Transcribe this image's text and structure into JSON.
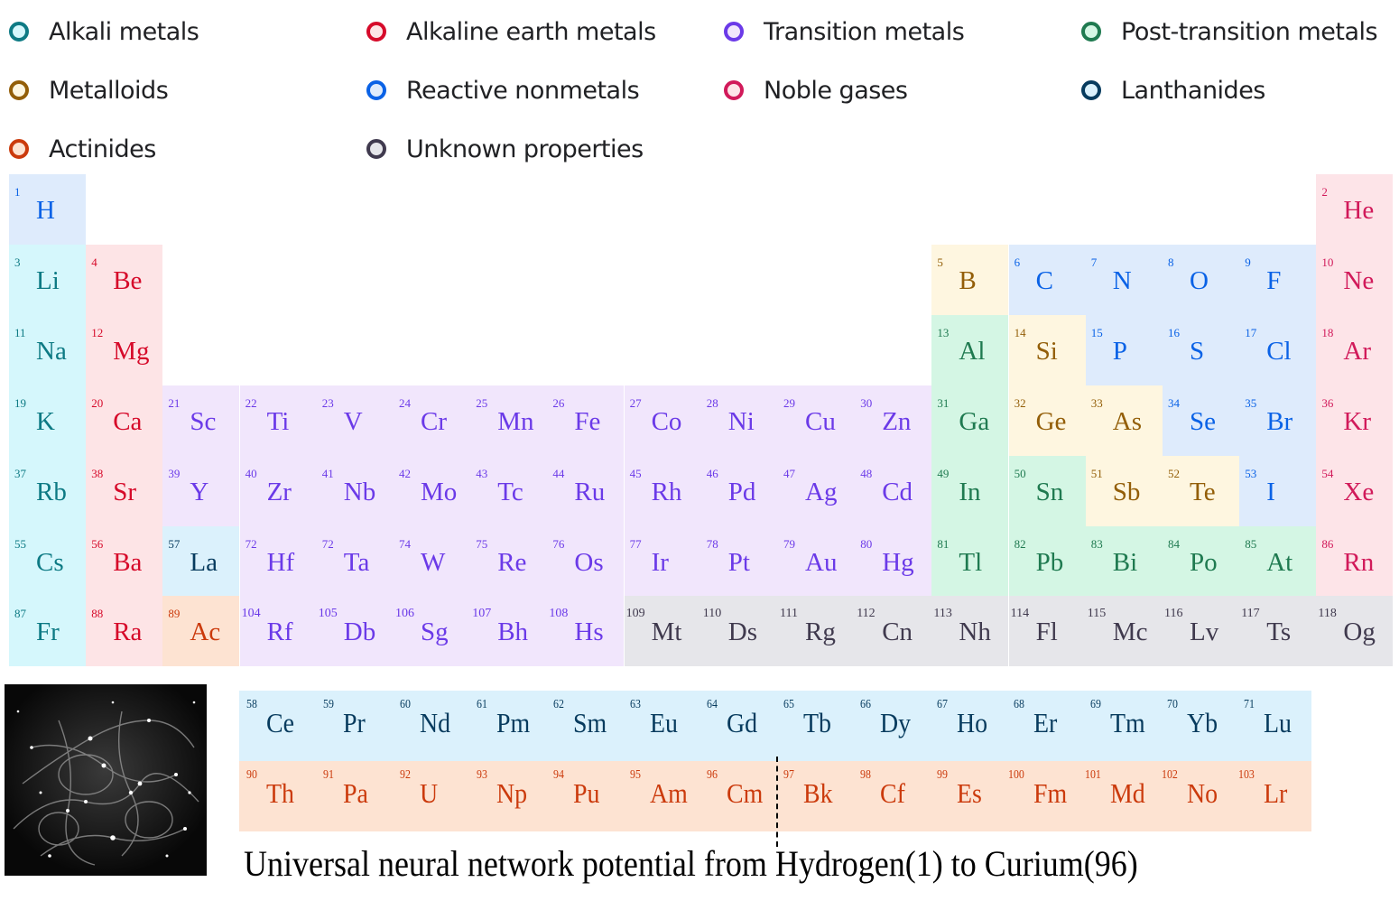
{
  "legend": [
    {
      "label": "Alkali metals",
      "border": "#0d7a84",
      "fill": "#d5f7fc",
      "col": 0,
      "row": 0
    },
    {
      "label": "Alkaline earth metals",
      "border": "#d60a2a",
      "fill": "#fde4e6",
      "col": 1,
      "row": 0
    },
    {
      "label": "Transition metals",
      "border": "#6b3ae8",
      "fill": "#f1e6fc",
      "col": 2,
      "row": 0
    },
    {
      "label": "Post-transition metals",
      "border": "#1f7a50",
      "fill": "#d4f6e4",
      "col": 3,
      "row": 0
    },
    {
      "label": "Metalloids",
      "border": "#935e08",
      "fill": "#fef6e0",
      "col": 0,
      "row": 1
    },
    {
      "label": "Reactive nonmetals",
      "border": "#0a62e6",
      "fill": "#deebfc",
      "col": 1,
      "row": 1
    },
    {
      "label": "Noble gases",
      "border": "#d11a5a",
      "fill": "#fde4e8",
      "col": 2,
      "row": 1
    },
    {
      "label": "Lanthanides",
      "border": "#073b5e",
      "fill": "#dbf1fc",
      "col": 3,
      "row": 1
    },
    {
      "label": "Actinides",
      "border": "#cb3a0c",
      "fill": "#fde3d2",
      "col": 0,
      "row": 2
    },
    {
      "label": "Unknown properties",
      "border": "#403a4e",
      "fill": "#e6e6ea",
      "col": 1,
      "row": 2
    }
  ],
  "categories": {
    "alkali": {
      "bg": "#d5f7fc",
      "fg": "#0d7a84"
    },
    "alkaline": {
      "bg": "#fde4e6",
      "fg": "#d60a2a"
    },
    "transition": {
      "bg": "#f1e6fc",
      "fg": "#6b3ae8"
    },
    "post": {
      "bg": "#d4f6e4",
      "fg": "#1f7a50"
    },
    "metalloid": {
      "bg": "#fef6e0",
      "fg": "#935e08"
    },
    "nonmetal": {
      "bg": "#deebfc",
      "fg": "#0a62e6"
    },
    "noble": {
      "bg": "#fde4e8",
      "fg": "#d11a5a"
    },
    "lanthanide": {
      "bg": "#dbf1fc",
      "fg": "#073b5e"
    },
    "actinide": {
      "bg": "#fde3d2",
      "fg": "#cb3a0c"
    },
    "unknown": {
      "bg": "#e6e6ea",
      "fg": "#403a4e"
    }
  },
  "elements": [
    {
      "n": "1",
      "s": "H",
      "r": 0,
      "c": 0,
      "cat": "nonmetal"
    },
    {
      "n": "2",
      "s": "He",
      "r": 0,
      "c": 17,
      "cat": "noble"
    },
    {
      "n": "3",
      "s": "Li",
      "r": 1,
      "c": 0,
      "cat": "alkali"
    },
    {
      "n": "4",
      "s": "Be",
      "r": 1,
      "c": 1,
      "cat": "alkaline"
    },
    {
      "n": "5",
      "s": "B",
      "r": 1,
      "c": 12,
      "cat": "metalloid"
    },
    {
      "n": "6",
      "s": "C",
      "r": 1,
      "c": 13,
      "cat": "nonmetal"
    },
    {
      "n": "7",
      "s": "N",
      "r": 1,
      "c": 14,
      "cat": "nonmetal"
    },
    {
      "n": "8",
      "s": "O",
      "r": 1,
      "c": 15,
      "cat": "nonmetal"
    },
    {
      "n": "9",
      "s": "F",
      "r": 1,
      "c": 16,
      "cat": "nonmetal"
    },
    {
      "n": "10",
      "s": "Ne",
      "r": 1,
      "c": 17,
      "cat": "noble"
    },
    {
      "n": "11",
      "s": "Na",
      "r": 2,
      "c": 0,
      "cat": "alkali"
    },
    {
      "n": "12",
      "s": "Mg",
      "r": 2,
      "c": 1,
      "cat": "alkaline"
    },
    {
      "n": "13",
      "s": "Al",
      "r": 2,
      "c": 12,
      "cat": "post"
    },
    {
      "n": "14",
      "s": "Si",
      "r": 2,
      "c": 13,
      "cat": "metalloid"
    },
    {
      "n": "15",
      "s": "P",
      "r": 2,
      "c": 14,
      "cat": "nonmetal"
    },
    {
      "n": "16",
      "s": "S",
      "r": 2,
      "c": 15,
      "cat": "nonmetal"
    },
    {
      "n": "17",
      "s": "Cl",
      "r": 2,
      "c": 16,
      "cat": "nonmetal"
    },
    {
      "n": "18",
      "s": "Ar",
      "r": 2,
      "c": 17,
      "cat": "noble"
    },
    {
      "n": "19",
      "s": "K",
      "r": 3,
      "c": 0,
      "cat": "alkali"
    },
    {
      "n": "20",
      "s": "Ca",
      "r": 3,
      "c": 1,
      "cat": "alkaline"
    },
    {
      "n": "21",
      "s": "Sc",
      "r": 3,
      "c": 2,
      "cat": "transition"
    },
    {
      "n": "22",
      "s": "Ti",
      "r": 3,
      "c": 3,
      "cat": "transition"
    },
    {
      "n": "23",
      "s": "V",
      "r": 3,
      "c": 4,
      "cat": "transition"
    },
    {
      "n": "24",
      "s": "Cr",
      "r": 3,
      "c": 5,
      "cat": "transition"
    },
    {
      "n": "25",
      "s": "Mn",
      "r": 3,
      "c": 6,
      "cat": "transition"
    },
    {
      "n": "26",
      "s": "Fe",
      "r": 3,
      "c": 7,
      "cat": "transition"
    },
    {
      "n": "27",
      "s": "Co",
      "r": 3,
      "c": 8,
      "cat": "transition"
    },
    {
      "n": "28",
      "s": "Ni",
      "r": 3,
      "c": 9,
      "cat": "transition"
    },
    {
      "n": "29",
      "s": "Cu",
      "r": 3,
      "c": 10,
      "cat": "transition"
    },
    {
      "n": "30",
      "s": "Zn",
      "r": 3,
      "c": 11,
      "cat": "transition"
    },
    {
      "n": "31",
      "s": "Ga",
      "r": 3,
      "c": 12,
      "cat": "post"
    },
    {
      "n": "32",
      "s": "Ge",
      "r": 3,
      "c": 13,
      "cat": "metalloid"
    },
    {
      "n": "33",
      "s": "As",
      "r": 3,
      "c": 14,
      "cat": "metalloid"
    },
    {
      "n": "34",
      "s": "Se",
      "r": 3,
      "c": 15,
      "cat": "nonmetal"
    },
    {
      "n": "35",
      "s": "Br",
      "r": 3,
      "c": 16,
      "cat": "nonmetal"
    },
    {
      "n": "36",
      "s": "Kr",
      "r": 3,
      "c": 17,
      "cat": "noble"
    },
    {
      "n": "37",
      "s": "Rb",
      "r": 4,
      "c": 0,
      "cat": "alkali"
    },
    {
      "n": "38",
      "s": "Sr",
      "r": 4,
      "c": 1,
      "cat": "alkaline"
    },
    {
      "n": "39",
      "s": "Y",
      "r": 4,
      "c": 2,
      "cat": "transition"
    },
    {
      "n": "40",
      "s": "Zr",
      "r": 4,
      "c": 3,
      "cat": "transition"
    },
    {
      "n": "41",
      "s": "Nb",
      "r": 4,
      "c": 4,
      "cat": "transition"
    },
    {
      "n": "42",
      "s": "Mo",
      "r": 4,
      "c": 5,
      "cat": "transition"
    },
    {
      "n": "43",
      "s": "Tc",
      "r": 4,
      "c": 6,
      "cat": "transition"
    },
    {
      "n": "44",
      "s": "Ru",
      "r": 4,
      "c": 7,
      "cat": "transition"
    },
    {
      "n": "45",
      "s": "Rh",
      "r": 4,
      "c": 8,
      "cat": "transition"
    },
    {
      "n": "46",
      "s": "Pd",
      "r": 4,
      "c": 9,
      "cat": "transition"
    },
    {
      "n": "47",
      "s": "Ag",
      "r": 4,
      "c": 10,
      "cat": "transition"
    },
    {
      "n": "48",
      "s": "Cd",
      "r": 4,
      "c": 11,
      "cat": "transition"
    },
    {
      "n": "49",
      "s": "In",
      "r": 4,
      "c": 12,
      "cat": "post"
    },
    {
      "n": "50",
      "s": "Sn",
      "r": 4,
      "c": 13,
      "cat": "post"
    },
    {
      "n": "51",
      "s": "Sb",
      "r": 4,
      "c": 14,
      "cat": "metalloid"
    },
    {
      "n": "52",
      "s": "Te",
      "r": 4,
      "c": 15,
      "cat": "metalloid"
    },
    {
      "n": "53",
      "s": "I",
      "r": 4,
      "c": 16,
      "cat": "nonmetal"
    },
    {
      "n": "54",
      "s": "Xe",
      "r": 4,
      "c": 17,
      "cat": "noble"
    },
    {
      "n": "55",
      "s": "Cs",
      "r": 5,
      "c": 0,
      "cat": "alkali"
    },
    {
      "n": "56",
      "s": "Ba",
      "r": 5,
      "c": 1,
      "cat": "alkaline"
    },
    {
      "n": "57",
      "s": "La",
      "r": 5,
      "c": 2,
      "cat": "lanthanide"
    },
    {
      "n": "72",
      "s": "Hf",
      "r": 5,
      "c": 3,
      "cat": "transition"
    },
    {
      "n": "72",
      "s": "Ta",
      "r": 5,
      "c": 4,
      "cat": "transition"
    },
    {
      "n": "74",
      "s": "W",
      "r": 5,
      "c": 5,
      "cat": "transition"
    },
    {
      "n": "75",
      "s": "Re",
      "r": 5,
      "c": 6,
      "cat": "transition"
    },
    {
      "n": "76",
      "s": "Os",
      "r": 5,
      "c": 7,
      "cat": "transition"
    },
    {
      "n": "77",
      "s": "Ir",
      "r": 5,
      "c": 8,
      "cat": "transition"
    },
    {
      "n": "78",
      "s": "Pt",
      "r": 5,
      "c": 9,
      "cat": "transition"
    },
    {
      "n": "79",
      "s": "Au",
      "r": 5,
      "c": 10,
      "cat": "transition"
    },
    {
      "n": "80",
      "s": "Hg",
      "r": 5,
      "c": 11,
      "cat": "transition"
    },
    {
      "n": "81",
      "s": "Tl",
      "r": 5,
      "c": 12,
      "cat": "post"
    },
    {
      "n": "82",
      "s": "Pb",
      "r": 5,
      "c": 13,
      "cat": "post"
    },
    {
      "n": "83",
      "s": "Bi",
      "r": 5,
      "c": 14,
      "cat": "post"
    },
    {
      "n": "84",
      "s": "Po",
      "r": 5,
      "c": 15,
      "cat": "post"
    },
    {
      "n": "85",
      "s": "At",
      "r": 5,
      "c": 16,
      "cat": "post"
    },
    {
      "n": "86",
      "s": "Rn",
      "r": 5,
      "c": 17,
      "cat": "noble"
    },
    {
      "n": "87",
      "s": "Fr",
      "r": 6,
      "c": 0,
      "cat": "alkali"
    },
    {
      "n": "88",
      "s": "Ra",
      "r": 6,
      "c": 1,
      "cat": "alkaline"
    },
    {
      "n": "89",
      "s": "Ac",
      "r": 6,
      "c": 2,
      "cat": "actinide"
    },
    {
      "n": "104",
      "s": "Rf",
      "r": 6,
      "c": 3,
      "cat": "transition"
    },
    {
      "n": "105",
      "s": "Db",
      "r": 6,
      "c": 4,
      "cat": "transition"
    },
    {
      "n": "106",
      "s": "Sg",
      "r": 6,
      "c": 5,
      "cat": "transition"
    },
    {
      "n": "107",
      "s": "Bh",
      "r": 6,
      "c": 6,
      "cat": "transition"
    },
    {
      "n": "108",
      "s": "Hs",
      "r": 6,
      "c": 7,
      "cat": "transition"
    },
    {
      "n": "109",
      "s": "Mt",
      "r": 6,
      "c": 8,
      "cat": "unknown"
    },
    {
      "n": "110",
      "s": "Ds",
      "r": 6,
      "c": 9,
      "cat": "unknown"
    },
    {
      "n": "111",
      "s": "Rg",
      "r": 6,
      "c": 10,
      "cat": "unknown"
    },
    {
      "n": "112",
      "s": "Cn",
      "r": 6,
      "c": 11,
      "cat": "unknown"
    },
    {
      "n": "113",
      "s": "Nh",
      "r": 6,
      "c": 12,
      "cat": "unknown"
    },
    {
      "n": "114",
      "s": "Fl",
      "r": 6,
      "c": 13,
      "cat": "unknown"
    },
    {
      "n": "115",
      "s": "Mc",
      "r": 6,
      "c": 14,
      "cat": "unknown"
    },
    {
      "n": "116",
      "s": "Lv",
      "r": 6,
      "c": 15,
      "cat": "unknown"
    },
    {
      "n": "117",
      "s": "Ts",
      "r": 6,
      "c": 16,
      "cat": "unknown"
    },
    {
      "n": "118",
      "s": "Og",
      "r": 6,
      "c": 17,
      "cat": "unknown"
    }
  ],
  "lanthanides": [
    {
      "n": "58",
      "s": "Ce"
    },
    {
      "n": "59",
      "s": "Pr"
    },
    {
      "n": "60",
      "s": "Nd"
    },
    {
      "n": "61",
      "s": "Pm"
    },
    {
      "n": "62",
      "s": "Sm"
    },
    {
      "n": "63",
      "s": "Eu"
    },
    {
      "n": "64",
      "s": "Gd"
    },
    {
      "n": "65",
      "s": "Tb"
    },
    {
      "n": "66",
      "s": "Dy"
    },
    {
      "n": "67",
      "s": "Ho"
    },
    {
      "n": "68",
      "s": "Er"
    },
    {
      "n": "69",
      "s": "Tm"
    },
    {
      "n": "70",
      "s": "Yb"
    },
    {
      "n": "71",
      "s": "Lu"
    }
  ],
  "actinides": [
    {
      "n": "90",
      "s": "Th"
    },
    {
      "n": "91",
      "s": "Pa"
    },
    {
      "n": "92",
      "s": "U"
    },
    {
      "n": "93",
      "s": "Np"
    },
    {
      "n": "94",
      "s": "Pu"
    },
    {
      "n": "95",
      "s": "Am"
    },
    {
      "n": "96",
      "s": "Cm"
    },
    {
      "n": "97",
      "s": "Bk"
    },
    {
      "n": "98",
      "s": "Cf"
    },
    {
      "n": "99",
      "s": "Es"
    },
    {
      "n": "100",
      "s": "Fm"
    },
    {
      "n": "101",
      "s": "Md"
    },
    {
      "n": "102",
      "s": "No"
    },
    {
      "n": "103",
      "s": "Lr"
    }
  ],
  "caption": "Universal  neural network potential from Hydrogen(1) to Curium(96)",
  "image": {
    "description": "network-galaxy-image"
  }
}
